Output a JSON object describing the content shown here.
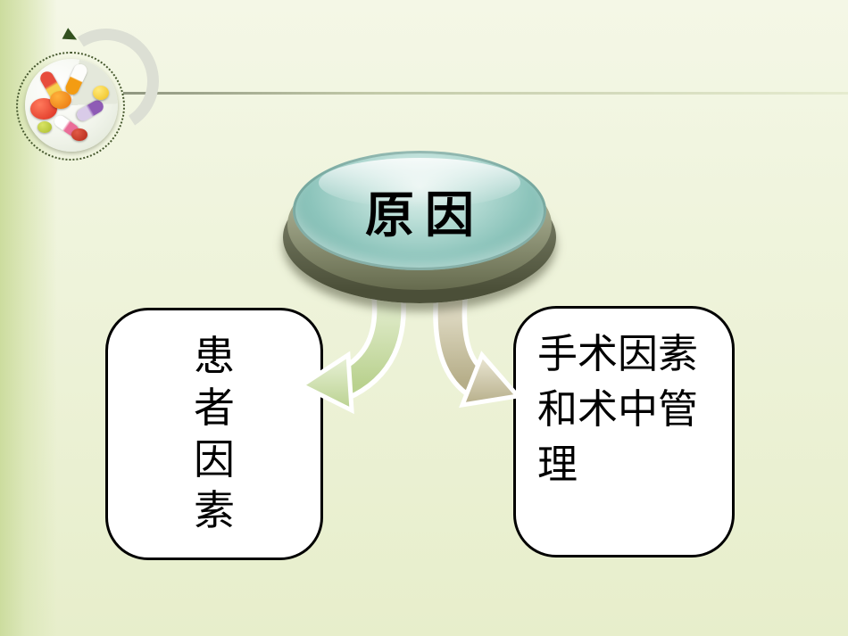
{
  "slide": {
    "title": "原因",
    "left_box_text": "患者因素",
    "right_box_text": "手术因素和术中管理"
  },
  "icons": {
    "logo": "pills-icon",
    "left_arrow": "curved-arrow-down-left-icon",
    "right_arrow": "curved-arrow-down-right-icon"
  },
  "colors": {
    "background_top": "#f4f7e6",
    "background_bottom": "#e7eecb",
    "left_strip": "#ccdc9e",
    "divider": "#8f9680",
    "ellipse_top": "#8cc4bb",
    "ellipse_base": "#4b4f38",
    "arrow_left": "#b9d18e",
    "arrow_right": "#b6ae89",
    "box_background": "#ffffff",
    "box_border": "#000000",
    "title_color": "#000000"
  }
}
